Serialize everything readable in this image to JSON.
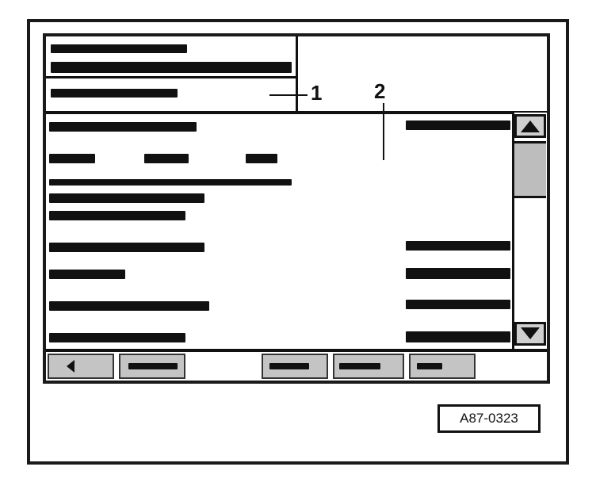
{
  "callouts": {
    "one": "1",
    "two": "2"
  },
  "reference_code": "A87-0323",
  "icons": {
    "scroll_up": "triangle-up",
    "scroll_down": "triangle-down",
    "softkey_back": "triangle-left"
  },
  "colors": {
    "ink": "#111111",
    "hatch": "#bdbdbd"
  }
}
